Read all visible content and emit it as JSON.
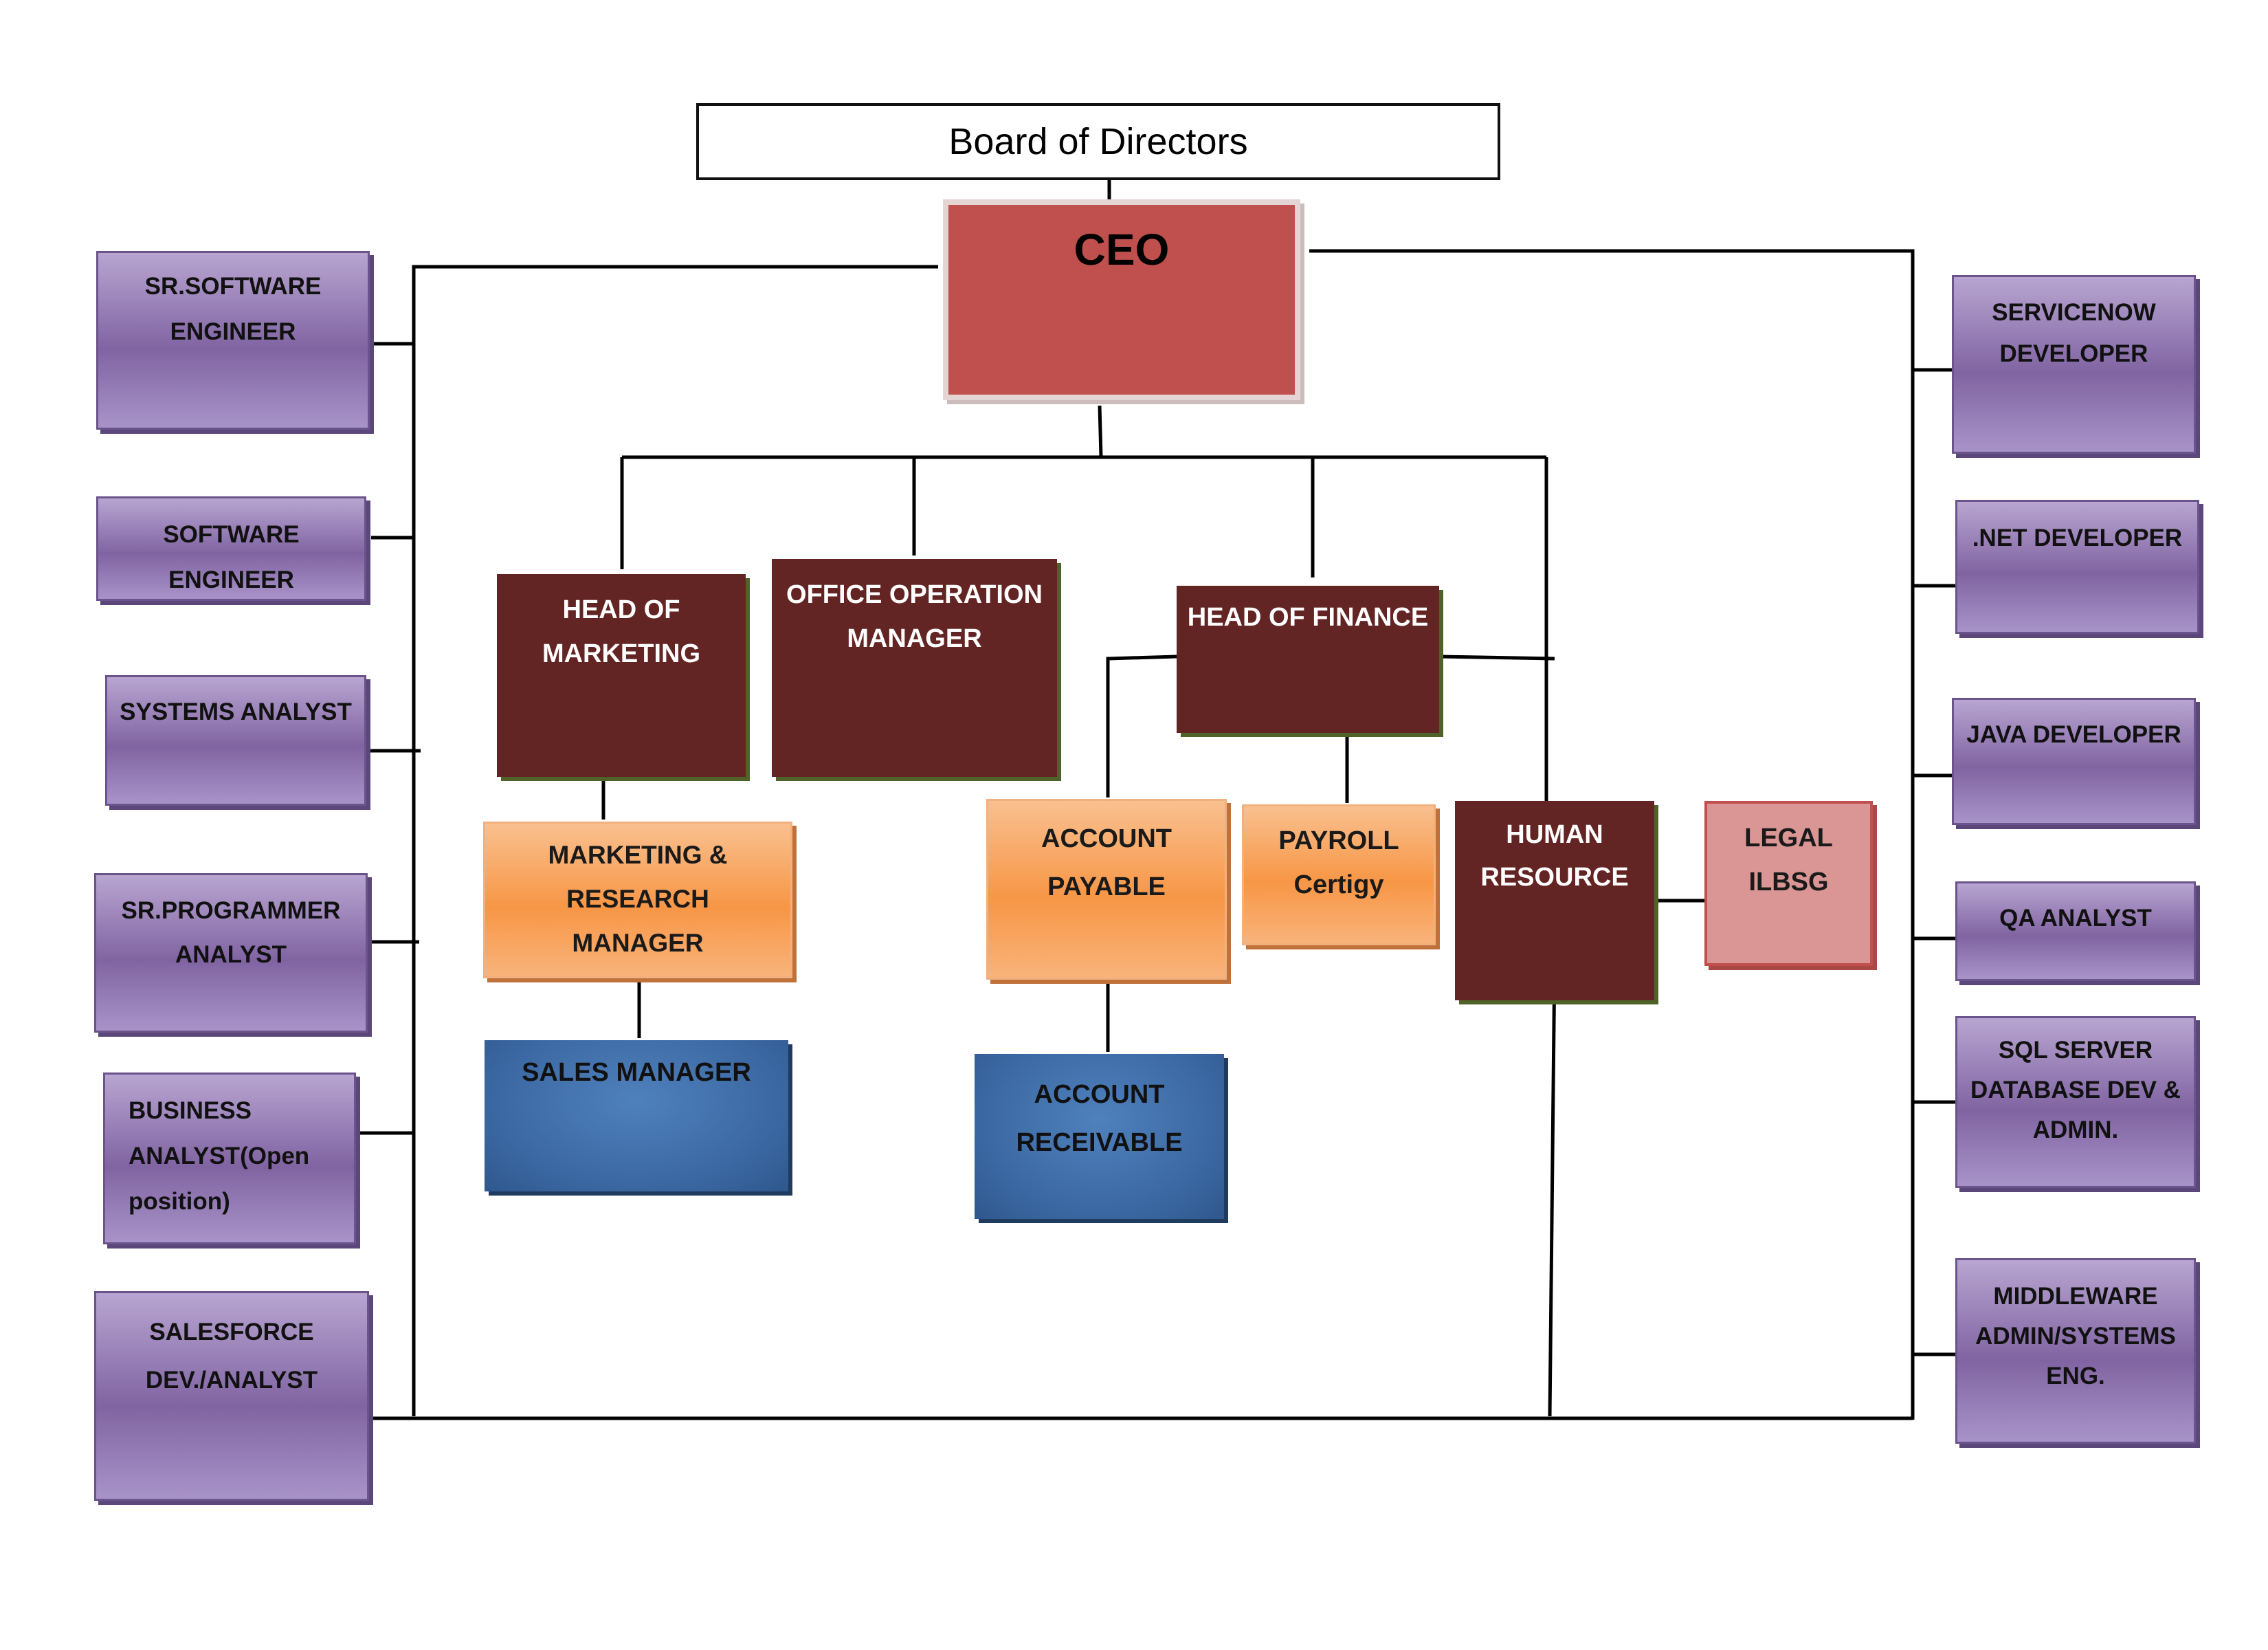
{
  "board": {
    "label": "Board of Directors"
  },
  "ceo": {
    "label": "CEO"
  },
  "departments": {
    "head_of_marketing": [
      "HEAD OF",
      "MARKETING"
    ],
    "office_operation_manager": [
      "OFFICE OPERATION",
      "MANAGER"
    ],
    "head_of_finance": [
      "HEAD OF FINANCE"
    ],
    "human_resource": [
      "HUMAN",
      "RESOURCE"
    ]
  },
  "sub_units": {
    "marketing_research_manager": [
      "MARKETING & RESEARCH",
      "MANAGER"
    ],
    "sales_manager": [
      "SALES MANAGER"
    ],
    "account_payable": [
      "ACCOUNT",
      "PAYABLE"
    ],
    "account_receivable": [
      "ACCOUNT",
      "RECEIVABLE"
    ],
    "payroll": [
      "PAYROLL",
      "Certigy"
    ],
    "legal": [
      "LEGAL",
      "ILBSG"
    ]
  },
  "left_roles": [
    [
      "SR.SOFTWARE",
      "ENGINEER"
    ],
    [
      "SOFTWARE ENGINEER"
    ],
    [
      "SYSTEMS ANALYST"
    ],
    [
      "SR.PROGRAMMER",
      "ANALYST"
    ],
    [
      "BUSINESS",
      "ANALYST(Open",
      "position)"
    ],
    [
      "SALESFORCE",
      "DEV./ANALYST"
    ]
  ],
  "right_roles": [
    [
      "SERVICENOW",
      "DEVELOPER"
    ],
    [
      ".NET DEVELOPER"
    ],
    [
      "JAVA DEVELOPER"
    ],
    [
      "QA ANALYST"
    ],
    [
      "SQL SERVER",
      "DATABASE DEV &",
      "ADMIN."
    ],
    [
      "MIDDLEWARE",
      "ADMIN/SYSTEMS",
      "ENG."
    ]
  ]
}
